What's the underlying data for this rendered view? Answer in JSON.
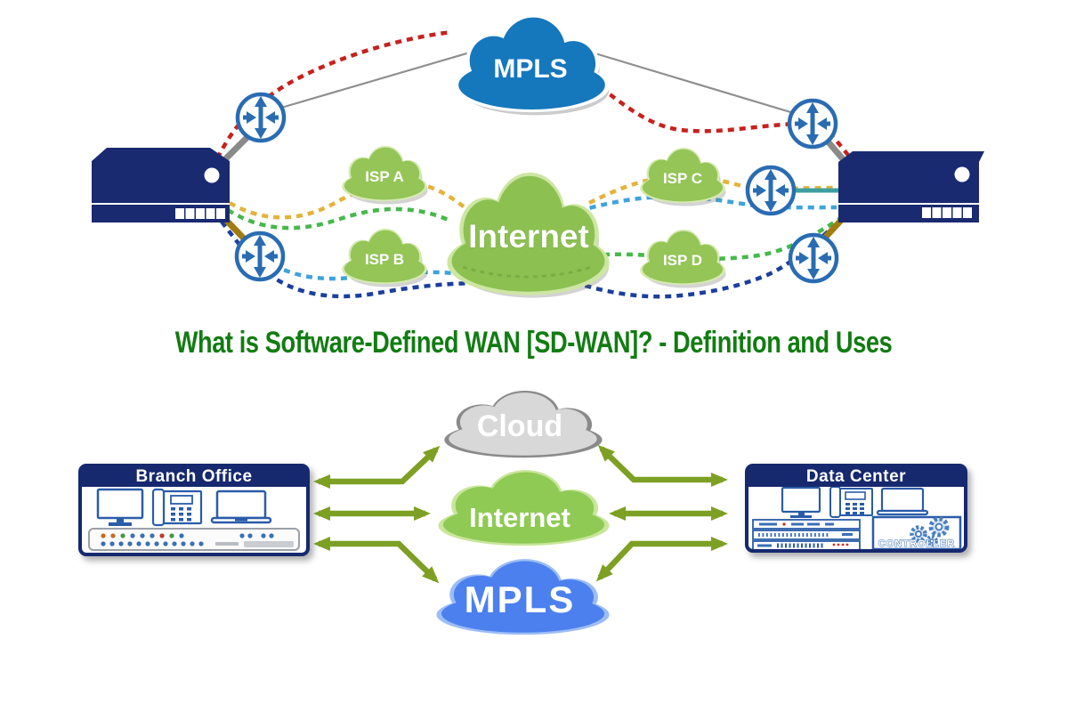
{
  "title": {
    "text": "What is Software-Defined WAN [SD-WAN]? - Definition and Uses",
    "color": "#127c12"
  },
  "top_diagram": {
    "clouds": {
      "mpls": {
        "label": "MPLS",
        "fill": "#1577bc"
      },
      "internet": {
        "label": "Internet",
        "fill": "#8cc152"
      },
      "isp_a": {
        "label": "ISP A",
        "fill": "#94c556"
      },
      "isp_b": {
        "label": "ISP B",
        "fill": "#94c556"
      },
      "isp_c": {
        "label": "ISP C",
        "fill": "#94c556"
      },
      "isp_d": {
        "label": "ISP D",
        "fill": "#94c556"
      }
    },
    "appliance_color": "#1a2a70",
    "router_color": "#2a6cb2",
    "links": {
      "red_dotted": "#c7211e",
      "yellow_dotted": "#e3b33b",
      "green_dotted": "#46b84c",
      "light_blue_dotted": "#3fa3dc",
      "dark_blue_dotted": "#1b3e9e",
      "gray_solid": "#8f8f8f",
      "olive_solid": "#a17c10",
      "teal_solid": "#3f9fa0"
    }
  },
  "bottom_diagram": {
    "branch_office": {
      "label": "Branch Office"
    },
    "data_center": {
      "label": "Data Center",
      "controller_label": "CONTROLLER"
    },
    "clouds": {
      "cloud": {
        "label": "Cloud",
        "fill": "#d8d8d8",
        "text_color": "#8f9398"
      },
      "internet": {
        "label": "Internet",
        "fill": "#8fca55"
      },
      "mpls": {
        "label": "MPLS",
        "fill": "#4b80ee"
      }
    },
    "arrow_color": "#7da024"
  }
}
